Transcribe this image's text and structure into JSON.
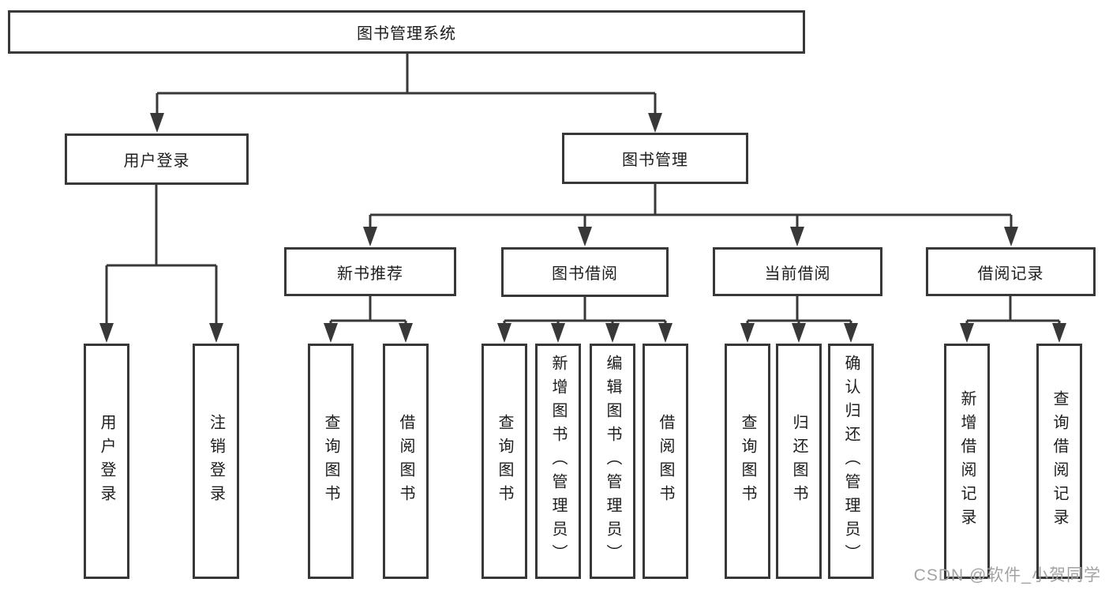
{
  "tree": {
    "root": {
      "label": "图书管理系统"
    },
    "children": [
      {
        "label": "用户登录",
        "children": [
          {
            "label": "用户登录"
          },
          {
            "label": "注销登录"
          }
        ]
      },
      {
        "label": "图书管理",
        "children": [
          {
            "label": "新书推荐",
            "children": [
              {
                "label": "查询图书"
              },
              {
                "label": "借阅图书"
              }
            ]
          },
          {
            "label": "图书借阅",
            "children": [
              {
                "label": "查询图书"
              },
              {
                "label": "新增图书（管理员）"
              },
              {
                "label": "编辑图书（管理员）"
              },
              {
                "label": "借阅图书"
              }
            ]
          },
          {
            "label": "当前借阅",
            "children": [
              {
                "label": "查询图书"
              },
              {
                "label": "归还图书"
              },
              {
                "label": "确认归还（管理员）"
              }
            ]
          },
          {
            "label": "借阅记录",
            "children": [
              {
                "label": "新增借阅记录"
              },
              {
                "label": "查询借阅记录"
              }
            ]
          }
        ]
      }
    ]
  },
  "watermark": {
    "text": "CSDN @软件_小贺同学"
  },
  "colors": {
    "line": "#383838",
    "box_border": "#383838",
    "text": "#1d1d1d",
    "watermark": "#a3a3a3",
    "background": "#ffffff"
  }
}
